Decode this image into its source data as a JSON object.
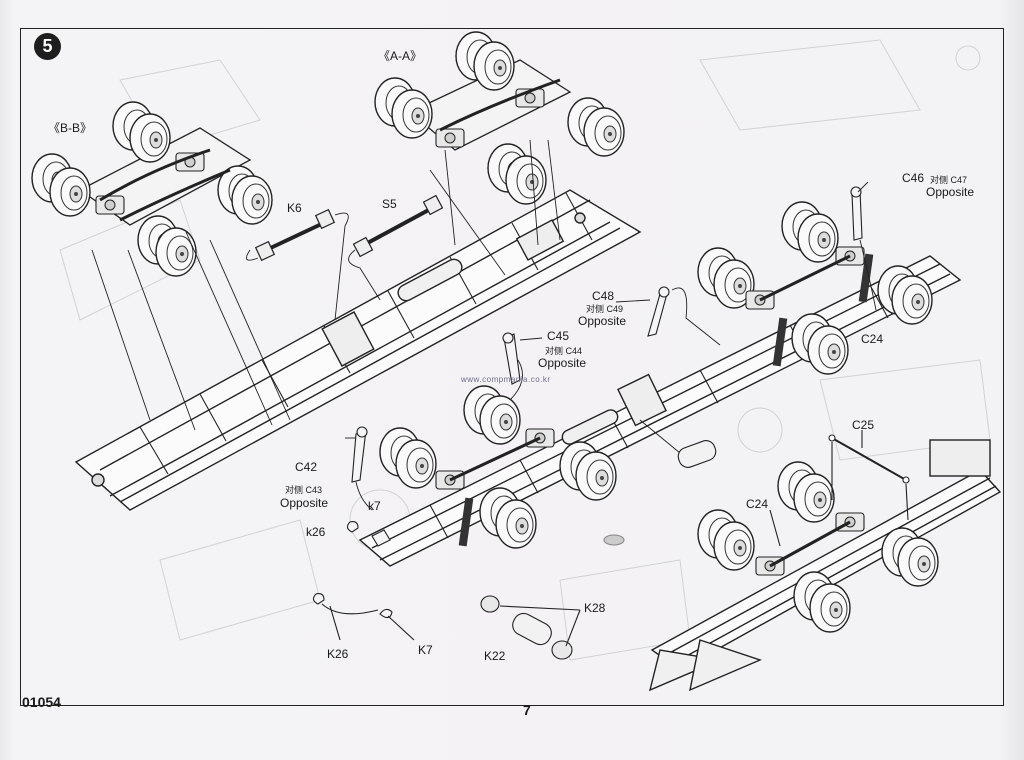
{
  "step_number": "5",
  "catalog_number": "01054",
  "page_number": "7",
  "watermark": "www.compmania.co.kr",
  "views": {
    "view_b": "《B-B》",
    "view_a": "《A-A》"
  },
  "parts": {
    "k6": "K6",
    "s5": "S5",
    "c46": "C46",
    "c47": "对侧 C47",
    "c47_opposite": "Opposite",
    "c48": "C48",
    "c49": "对侧 C49",
    "c49_opposite": "Opposite",
    "c45": "C45",
    "c44": "对侧 C44",
    "c44_opposite": "Opposite",
    "c24_top": "C24",
    "c42": "C42",
    "c43": "对侧 C43",
    "c43_opposite": "Opposite",
    "k7_upper": "k7",
    "k26_upper": "k26",
    "c25": "C25",
    "c24_bottom": "C24",
    "k28": "K28",
    "k26_lower": "K26",
    "k7_lower": "K7",
    "k22": "K22"
  }
}
